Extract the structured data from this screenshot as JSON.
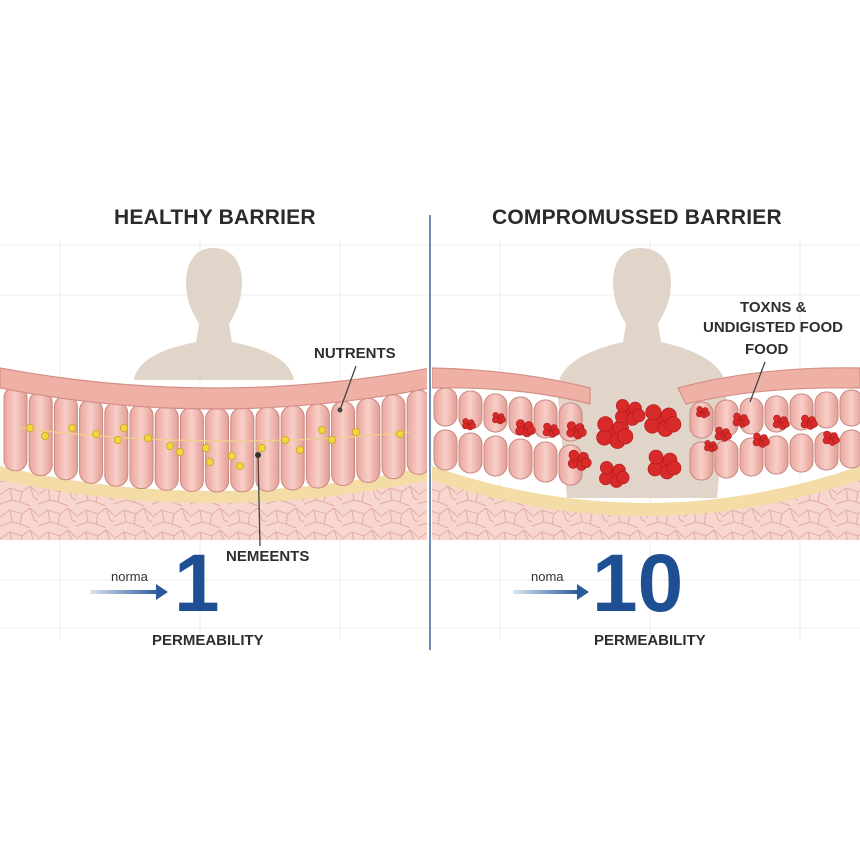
{
  "panels": {
    "left": {
      "title": "HEALTHY BARRIER",
      "callout_top": "NUTRENTS",
      "callout_bottom": "NEMEENTS",
      "arrow_label": "norma",
      "value": "1",
      "value_caption": "PERMEABILITY"
    },
    "right": {
      "title": "COMPROMUSSED BARRIER",
      "callout_line1": "TOXNS &",
      "callout_line2": "UNDIGISTED FOOD",
      "callout_line3": "FOOD",
      "arrow_label": "noma",
      "value": "10",
      "value_caption": "PERMEABILITY"
    }
  },
  "colors": {
    "cell_fill": "#f2b8b0",
    "cell_stroke": "#c98880",
    "tissue": "#f5d3cb",
    "membrane": "#f3d79a",
    "nutrient": "#f2d640",
    "toxin": "#d92a2a",
    "silhouette": "#e0d3c8",
    "number": "#1f4f93",
    "divider": "#6b8fb8"
  }
}
